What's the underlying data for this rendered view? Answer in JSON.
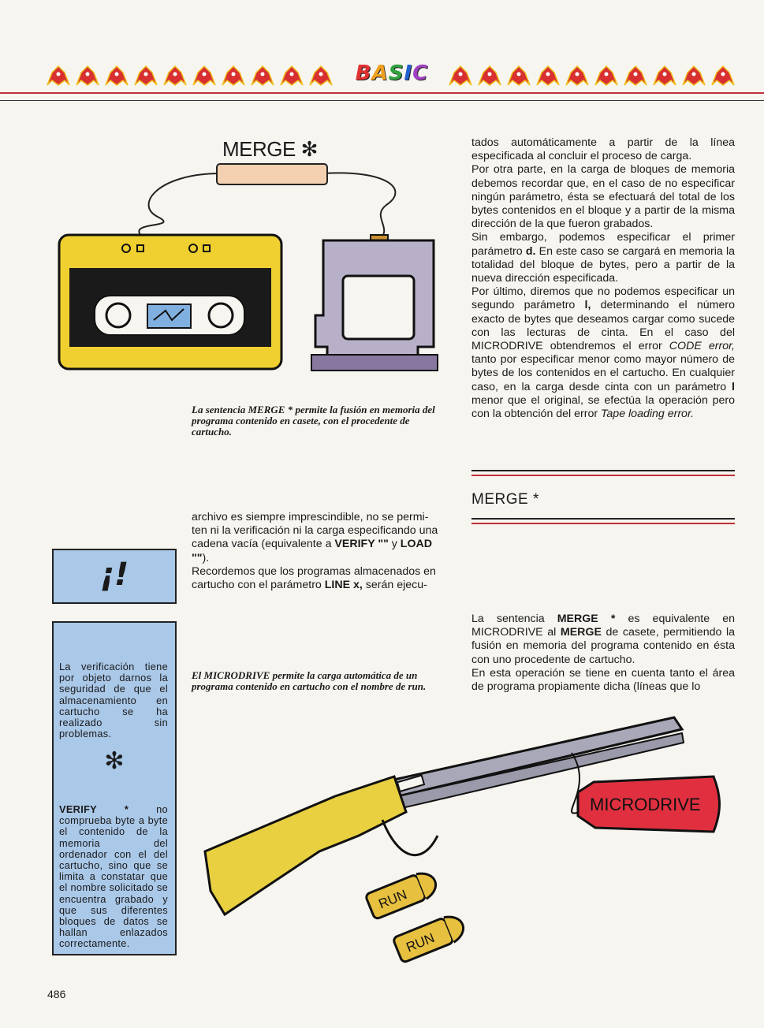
{
  "header": {
    "logo": "BASIC"
  },
  "figure_merge": {
    "label": "MERGE ✻",
    "caption": "La sentencia MERGE * permite la fusión en memoria del programa contenido en casete, con el procedente de cartucho."
  },
  "figure_microdrive": {
    "tag": "MICRODRIVE",
    "bullet1": "RUN",
    "bullet2": "RUN",
    "caption": "El MICRODRIVE permite la carga automática de un programa contenido en cartucho con el nombre de run."
  },
  "middle_column": {
    "p1": [
      "archivo es siempre imprescindible, no se permi-",
      "ten ni la verificación ni la carga especificando una",
      "cadena vacía (equivalente a ",
      "VERIFY \"\"",
      " y ",
      "LOAD",
      "\"\"",
      ")."
    ],
    "p2": [
      "Recordemos que los programas almacenados en",
      "cartucho con el parámetro ",
      "LINE x,",
      " serán ejecu-"
    ]
  },
  "right_column": {
    "p1": "tados automáticamente a partir de la línea especificada al concluir el proceso de carga.",
    "p2": "Por otra parte, en la carga de bloques de memoria debemos recordar que, en el caso de no especificar ningún parámetro, ésta se efectuará del total de los bytes contenidos en el bloque y a partir de la misma dirección de la que fueron grabados.",
    "p3": [
      "Sin embargo, podemos especificar el primer parámetro ",
      "d.",
      " En este caso se cargará en memoria la totalidad del bloque de bytes, pero a partir de la nueva dirección especificada."
    ],
    "p4": [
      "Por último, diremos que no podemos especificar un segundo parámetro ",
      "l,",
      " determinando el número exacto de bytes que deseamos cargar como sucede con las lecturas de cinta. En el caso del MICRODRIVE obtendremos el error ",
      "CODE error,",
      " tanto por especificar menor como mayor número de bytes de los contenidos en el cartucho. En cualquier caso, en la carga desde cinta con un parámetro ",
      "l",
      " menor que el original, se efectúa la operación pero con la obtención del error ",
      "Tape loading error."
    ],
    "section_heading": "MERGE *",
    "p5": [
      "La sentencia ",
      "MERGE *",
      " es equivalente en MICRODRIVE al ",
      "MERGE",
      " de casete, permitiendo la fusión en memoria del programa contenido en ésta con uno procedente de cartucho."
    ],
    "p6": "En esta operación se tiene en cuenta tanto el área de programa propiamente dicha (líneas que lo"
  },
  "sidebar": {
    "alert_symbol": "¡!",
    "note1": "La verificación tiene por objeto darnos la seguridad de que el almacenamiento en cartucho se ha realizado sin problemas.",
    "asterisk": "✻",
    "note2_keyword": "VERIFY *",
    "note2": " no comprueba byte a byte el contenido de la memoria del ordenador con el del cartucho, sino que se limita a constatar que el nombre solicitado se encuentra grabado y que sus diferentes bloques de datos se hallan enlazados correctamente."
  },
  "footer": {
    "page_number": "486"
  },
  "colors": {
    "rule_red": "#c0303a",
    "sidebar_blue": "#aac8e8",
    "cassette_yellow": "#f0d030",
    "tag_red": "#e03040"
  }
}
